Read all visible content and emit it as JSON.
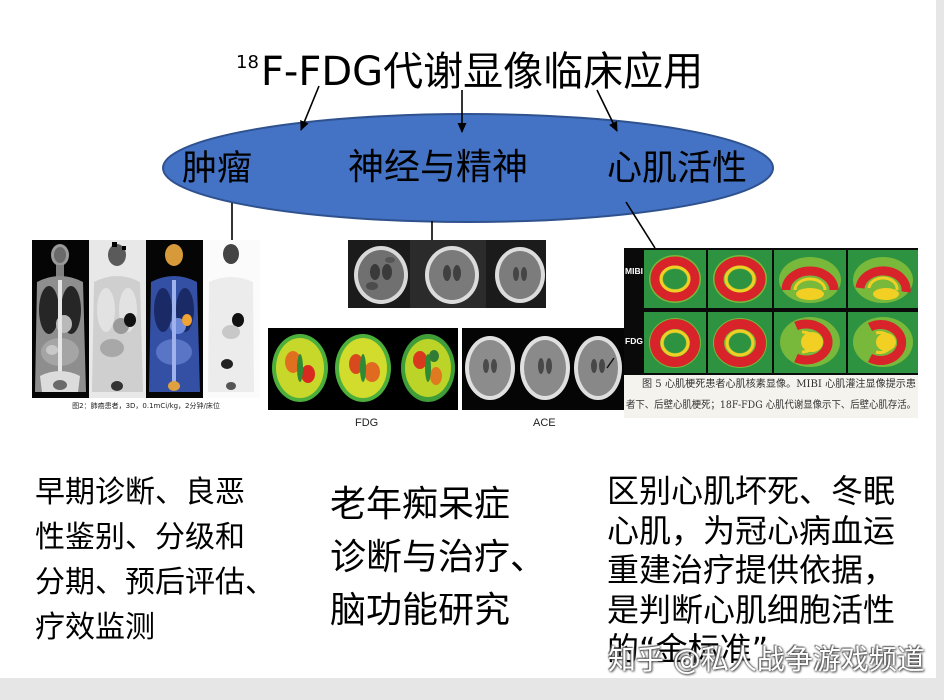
{
  "title": {
    "superscript": "18",
    "main": "F-FDG代谢显像临床应用"
  },
  "colors": {
    "ellipse_fill": "#4472C4",
    "ellipse_stroke": "#2F528F"
  },
  "categories": {
    "tumor": "肿瘤",
    "neuro": "神经与精神",
    "cardiac": "心肌活性"
  },
  "figures": {
    "pet_ct": {
      "caption": "图2：肺癌患者，3D，0.1mCi/kg，2分钟/床位"
    },
    "brain_fdg": {
      "label": "FDG"
    },
    "brain_ace": {
      "label": "ACE"
    },
    "cardiac": {
      "row_labels": [
        "MIBI",
        "FDG"
      ],
      "caption_lines": [
        "图 5  心肌梗死患者心肌核素显像。MIBI 心肌灌注显像提示患",
        "者下、后壁心肌梗死；18F-FDG 心肌代谢显像示下、后壁心肌存活。"
      ]
    }
  },
  "descriptions": {
    "tumor": [
      "早期诊断、良恶",
      "性鉴别、分级和",
      "分期、预后评估、",
      "疗效监测"
    ],
    "neuro": [
      "老年痴呆症",
      "诊断与治疗、",
      "脑功能研究"
    ],
    "cardiac": [
      "区别心肌坏死、冬眠",
      "心肌，为冠心病血运",
      "重建治疗提供依据，",
      "是判断心肌细胞活性",
      "的“金标准”"
    ]
  },
  "watermark": "知乎 @私人战争游戏频道"
}
